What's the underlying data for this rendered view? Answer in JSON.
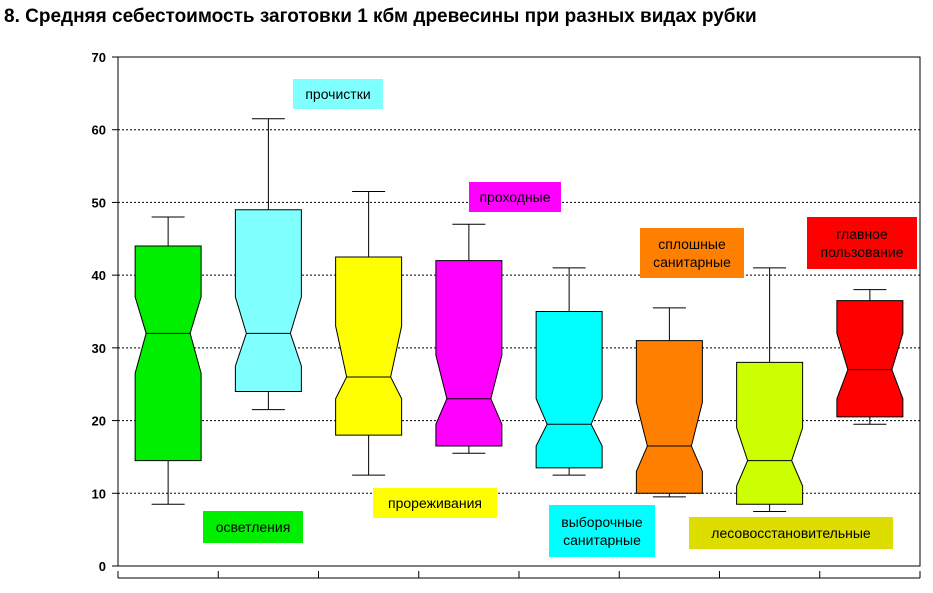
{
  "title": "8. Средняя себестоимость заготовки 1 кбм древесины при разных видах рубки",
  "chart_data": {
    "type": "boxplot",
    "notched": true,
    "ylim": [
      0,
      70
    ],
    "yticks": [
      0,
      10,
      20,
      30,
      40,
      50,
      60,
      70
    ],
    "grid": "horizontal dotted",
    "categories": [
      {
        "label": [
          "осветления"
        ],
        "color": "#00ee00",
        "min": 8.5,
        "q1": 14.5,
        "median": 32,
        "q3": 44,
        "max": 48,
        "notch_low": 26.5,
        "notch_high": 37
      },
      {
        "label": [
          "прочистки"
        ],
        "color": "#80ffff",
        "min": 21.5,
        "q1": 24,
        "median": 32,
        "q3": 49,
        "max": 61.5,
        "notch_low": 27.5,
        "notch_high": 37
      },
      {
        "label": [
          "прореживания"
        ],
        "color": "#ffff00",
        "min": 12.5,
        "q1": 18,
        "median": 26,
        "q3": 42.5,
        "max": 51.5,
        "notch_low": 23,
        "notch_high": 33
      },
      {
        "label": [
          "проходные"
        ],
        "color": "#ff00ff",
        "min": 15.5,
        "q1": 16.5,
        "median": 23,
        "q3": 42,
        "max": 47,
        "notch_low": 19.5,
        "notch_high": 29
      },
      {
        "label": [
          "выборочные",
          "санитарные"
        ],
        "color": "#00ffff",
        "min": 12.5,
        "q1": 13.5,
        "median": 19.5,
        "q3": 35,
        "max": 41,
        "notch_low": 16.5,
        "notch_high": 23
      },
      {
        "label": [
          "сплошные",
          "санитарные"
        ],
        "color": "#ff8000",
        "min": 9.5,
        "q1": 10,
        "median": 16.5,
        "q3": 31,
        "max": 35.5,
        "notch_low": 13,
        "notch_high": 22.5
      },
      {
        "label": [
          "лесовосстановительные"
        ],
        "color": "#ccff00",
        "min": 7.5,
        "q1": 8.5,
        "median": 14.5,
        "q3": 28,
        "max": 41,
        "notch_low": 11,
        "notch_high": 19
      },
      {
        "label": [
          "главное",
          "пользование"
        ],
        "color": "#ff0000",
        "min": 19.5,
        "q1": 20.5,
        "median": 27,
        "q3": 36.5,
        "max": 38,
        "notch_low": 23,
        "notch_high": 32
      }
    ],
    "label_styles": [
      {
        "bg": "#00ee00"
      },
      {
        "bg": "#80ffff"
      },
      {
        "bg": "#ffff00"
      },
      {
        "bg": "#ff00ff"
      },
      {
        "bg": "#00ffff"
      },
      {
        "bg": "#ff8000"
      },
      {
        "bg": "#dddd00"
      },
      {
        "bg": "#ff0000"
      }
    ]
  }
}
